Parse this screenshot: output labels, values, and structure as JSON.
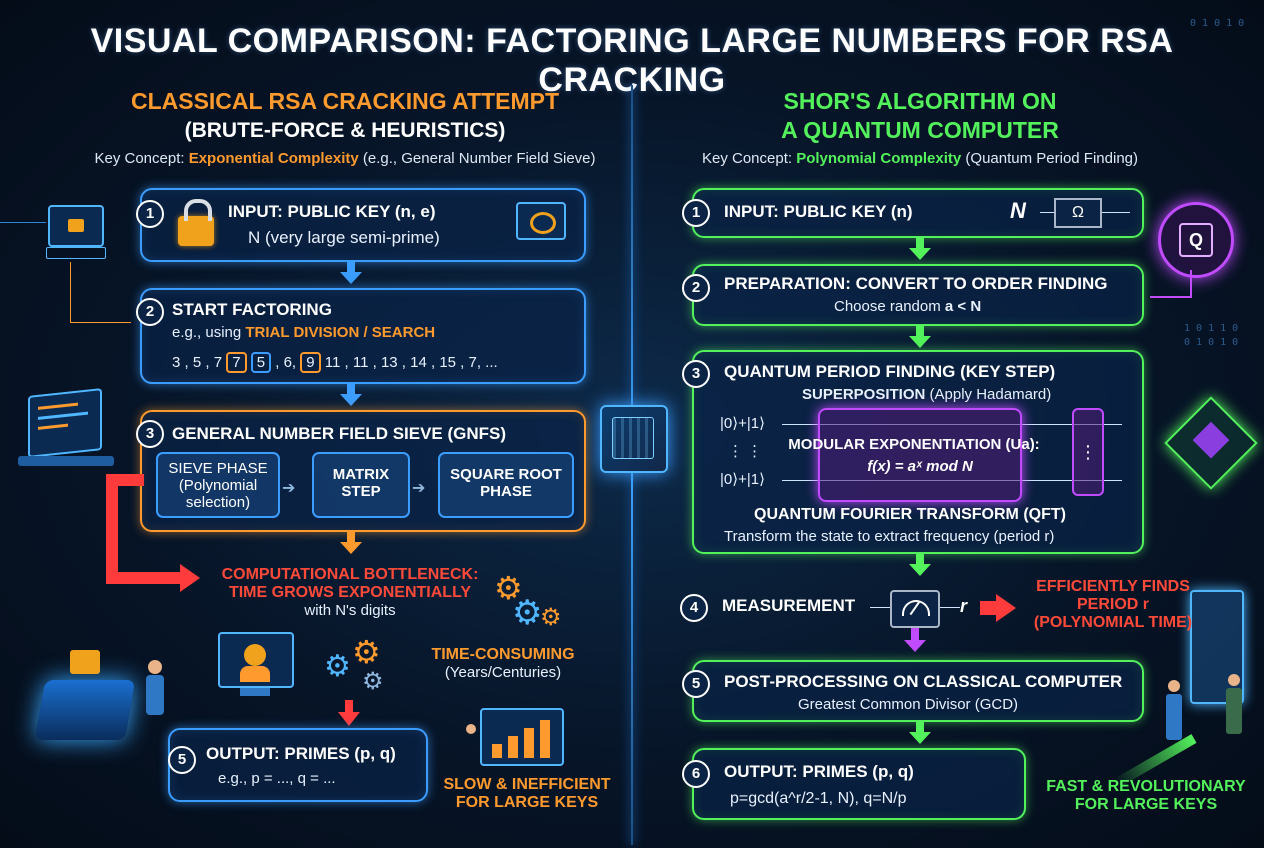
{
  "title": "VISUAL COMPARISON: FACTORING LARGE NUMBERS FOR RSA CRACKING",
  "left": {
    "heading1": "CLASSICAL RSA CRACKING ATTEMPT",
    "heading2": "(BRUTE-FORCE & HEURISTICS)",
    "key_concept_prefix": "Key Concept: ",
    "key_concept_highlight": "Exponential Complexity",
    "key_concept_suffix": " (e.g., General Number Field Sieve)",
    "step1": {
      "num": "1",
      "label": "INPUT: PUBLIC KEY (n, e)",
      "sub": "N (very large semi-prime)"
    },
    "step2": {
      "num": "2",
      "label": "START FACTORING",
      "sub_prefix": "e.g., using ",
      "sub_highlight": "TRIAL DIVISION / SEARCH",
      "seq": [
        "3 , 5 , 7",
        "7",
        "5",
        ", 6,",
        "9",
        "11 , 11 , 13 , 14 , 15 , 7, ..."
      ]
    },
    "step3": {
      "num": "3",
      "label": "GENERAL NUMBER FIELD SIEVE (GNFS)",
      "phases": [
        "SIEVE PHASE",
        "(Polynomial selection)",
        "MATRIX",
        "STEP",
        "SQUARE ROOT",
        "PHASE"
      ]
    },
    "bottleneck": {
      "line1": "COMPUTATIONAL BOTTLENECK:",
      "line2": "TIME GROWS EXPONENTIALLY",
      "line3": "with N's digits"
    },
    "time": {
      "line1": "TIME-CONSUMING",
      "line2": "(Years/Centuries)"
    },
    "step5": {
      "num": "5",
      "label": "OUTPUT: PRIMES (p, q)",
      "sub": "e.g., p = ..., q = ..."
    },
    "verdict": {
      "line1": "SLOW & INEFFICIENT",
      "line2": "FOR LARGE KEYS"
    }
  },
  "right": {
    "heading1": "SHOR'S ALGORITHM ON",
    "heading2": "A QUANTUM COMPUTER",
    "key_concept_prefix": "Key Concept: ",
    "key_concept_highlight": "Polynomial Complexity",
    "key_concept_suffix": " (Quantum Period Finding)",
    "step1": {
      "num": "1",
      "label": "INPUT: PUBLIC KEY (n)",
      "n_symbol": "N",
      "omega": "Ω"
    },
    "step2": {
      "num": "2",
      "label": "PREPARATION: CONVERT TO ORDER FINDING",
      "sub_prefix": "Choose random ",
      "sub_bold": "a < N"
    },
    "step3": {
      "num": "3",
      "label": "QUANTUM PERIOD FINDING (KEY STEP)",
      "superposition": "SUPERPOSITION",
      "superposition_note": " (Apply Hadamard)",
      "ket1": "|0⟩+|1⟩",
      "ket_dots": "⋮  ⋮",
      "ket2": "|0⟩+|1⟩",
      "modexp": "MODULAR EXPONENTIATION (Ua):",
      "fx": "f(x) = aˣ mod N",
      "qft": "QUANTUM FOURIER TRANSFORM (QFT)",
      "qft_sub": "Transform the state to extract frequency (period r)",
      "gate_dots": "⋮"
    },
    "step4": {
      "num": "4",
      "label": "MEASUREMENT",
      "r": "r"
    },
    "finds": {
      "line1": "EFFICIENTLY FINDS",
      "line2": "PERIOD r",
      "line3": "(POLYNOMIAL TIME)"
    },
    "step5": {
      "num": "5",
      "label": "POST-PROCESSING ON CLASSICAL COMPUTER",
      "sub": "Greatest Common Divisor (GCD)"
    },
    "step6": {
      "num": "6",
      "label": "OUTPUT: PRIMES (p, q)",
      "sub": "p=gcd(a^r/2-1, N), q=N/p"
    },
    "verdict": {
      "line1": "FAST & REVOLUTIONARY",
      "line2": "FOR LARGE KEYS"
    },
    "q_chip": "Q",
    "binary": [
      "0 1 0 1 0",
      "1 0 1 1 0",
      "0 1 0 1 0"
    ]
  },
  "colors": {
    "orange": "#ff9a2e",
    "green": "#53f25c",
    "blue": "#3a9dff",
    "red": "#ff3b3b"
  }
}
